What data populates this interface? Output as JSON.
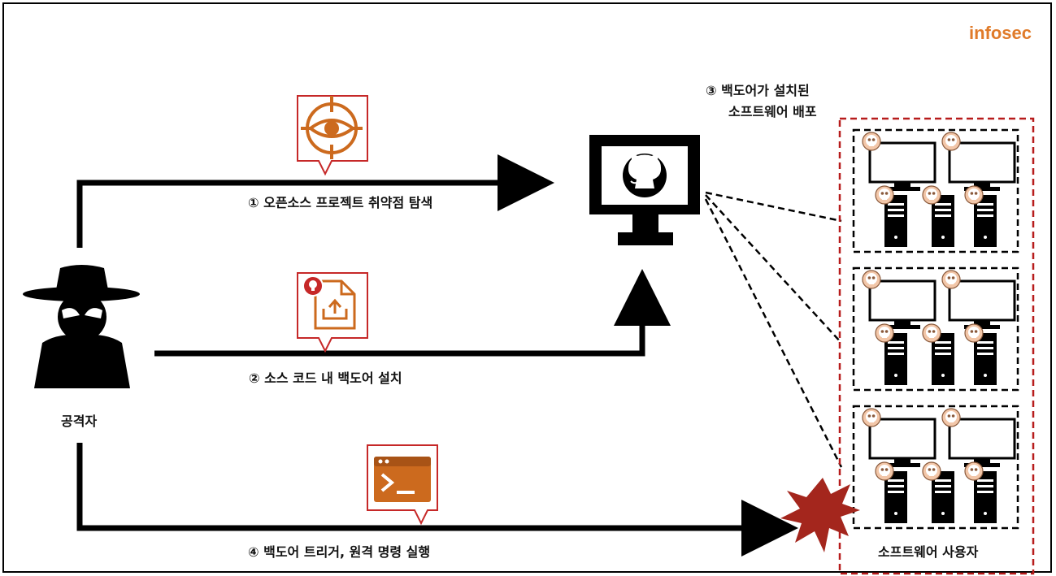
{
  "brand": "infosec",
  "attacker_label": "공격자",
  "steps": [
    {
      "text": "① 오픈소스 프로젝트 취약점 탐색"
    },
    {
      "text": "② 소스 코드 내 백도어 설치"
    },
    {
      "text": "③ 백도어가 설치된",
      "text2": "소프트웨어 배포"
    },
    {
      "text": "④ 백도어 트리거, 원격 명령 실행"
    }
  ],
  "users_label": "소프트웨어 사용자",
  "colors": {
    "accent": "#e07b2a",
    "callout_border": "#c62828",
    "dash_box": "#b71c1c",
    "burst": "#a4261d"
  },
  "icons": [
    "eye-target-icon",
    "infected-file-upload-icon",
    "terminal-icon",
    "github-monitor-icon",
    "hacker-icon",
    "skull-icon",
    "explosion-icon"
  ]
}
